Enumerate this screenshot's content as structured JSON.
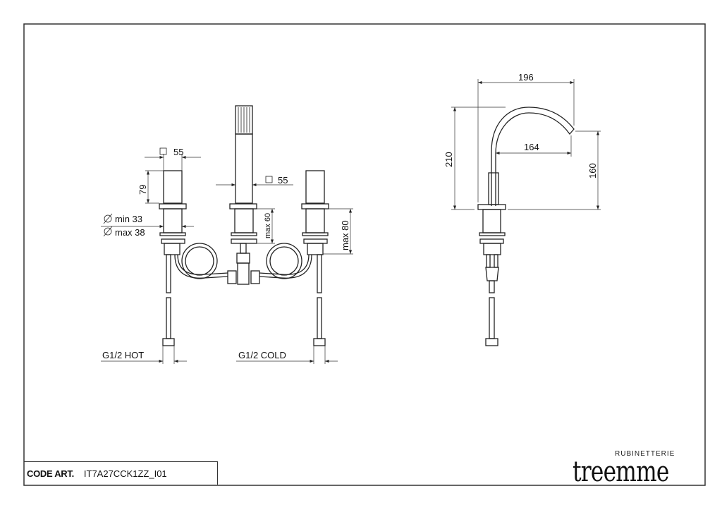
{
  "drawing": {
    "front_view": {
      "dim_handle_square": "55",
      "dim_handle_height": "79",
      "dim_hole_min": "min 33",
      "dim_hole_max": "max 38",
      "dim_handset_square": "55",
      "dim_max_60": "max 60",
      "dim_max_80": "max 80",
      "hot_label": "G1/2 HOT",
      "cold_label": "G1/2 COLD"
    },
    "side_view": {
      "dim_reach": "196",
      "dim_height": "210",
      "dim_inner_reach": "164",
      "dim_outlet_height": "160"
    }
  },
  "title_block": {
    "code_label": "CODE ART.",
    "code_value": "IT7A27CCK1ZZ_I01",
    "brand_sub": "RUBINETTERIE",
    "brand_name": "treemme"
  }
}
